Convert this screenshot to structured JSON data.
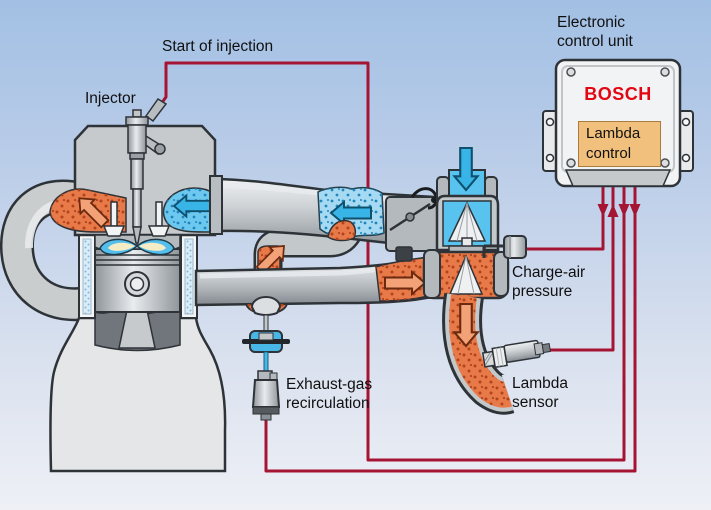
{
  "labels": {
    "start_of_injection": "Start of injection",
    "injector": "Injector",
    "electronic_control_unit": "Electronic control unit",
    "charge_air_pressure": "Charge-air pressure",
    "exhaust_gas_recirculation": "Exhaust-gas recirculation",
    "lambda_sensor": "Lambda sensor"
  },
  "ecu": {
    "brand": "BOSCH",
    "module": "Lambda control"
  },
  "colors": {
    "wire": "#a61434",
    "bosch_red": "#e30613",
    "lambda_box": "#f2c07d",
    "intake_blue": "#58c3ee",
    "exhaust_orange": "#e87a4a",
    "background_top": "#a2c0e4",
    "background_bottom": "#eef0f6"
  }
}
